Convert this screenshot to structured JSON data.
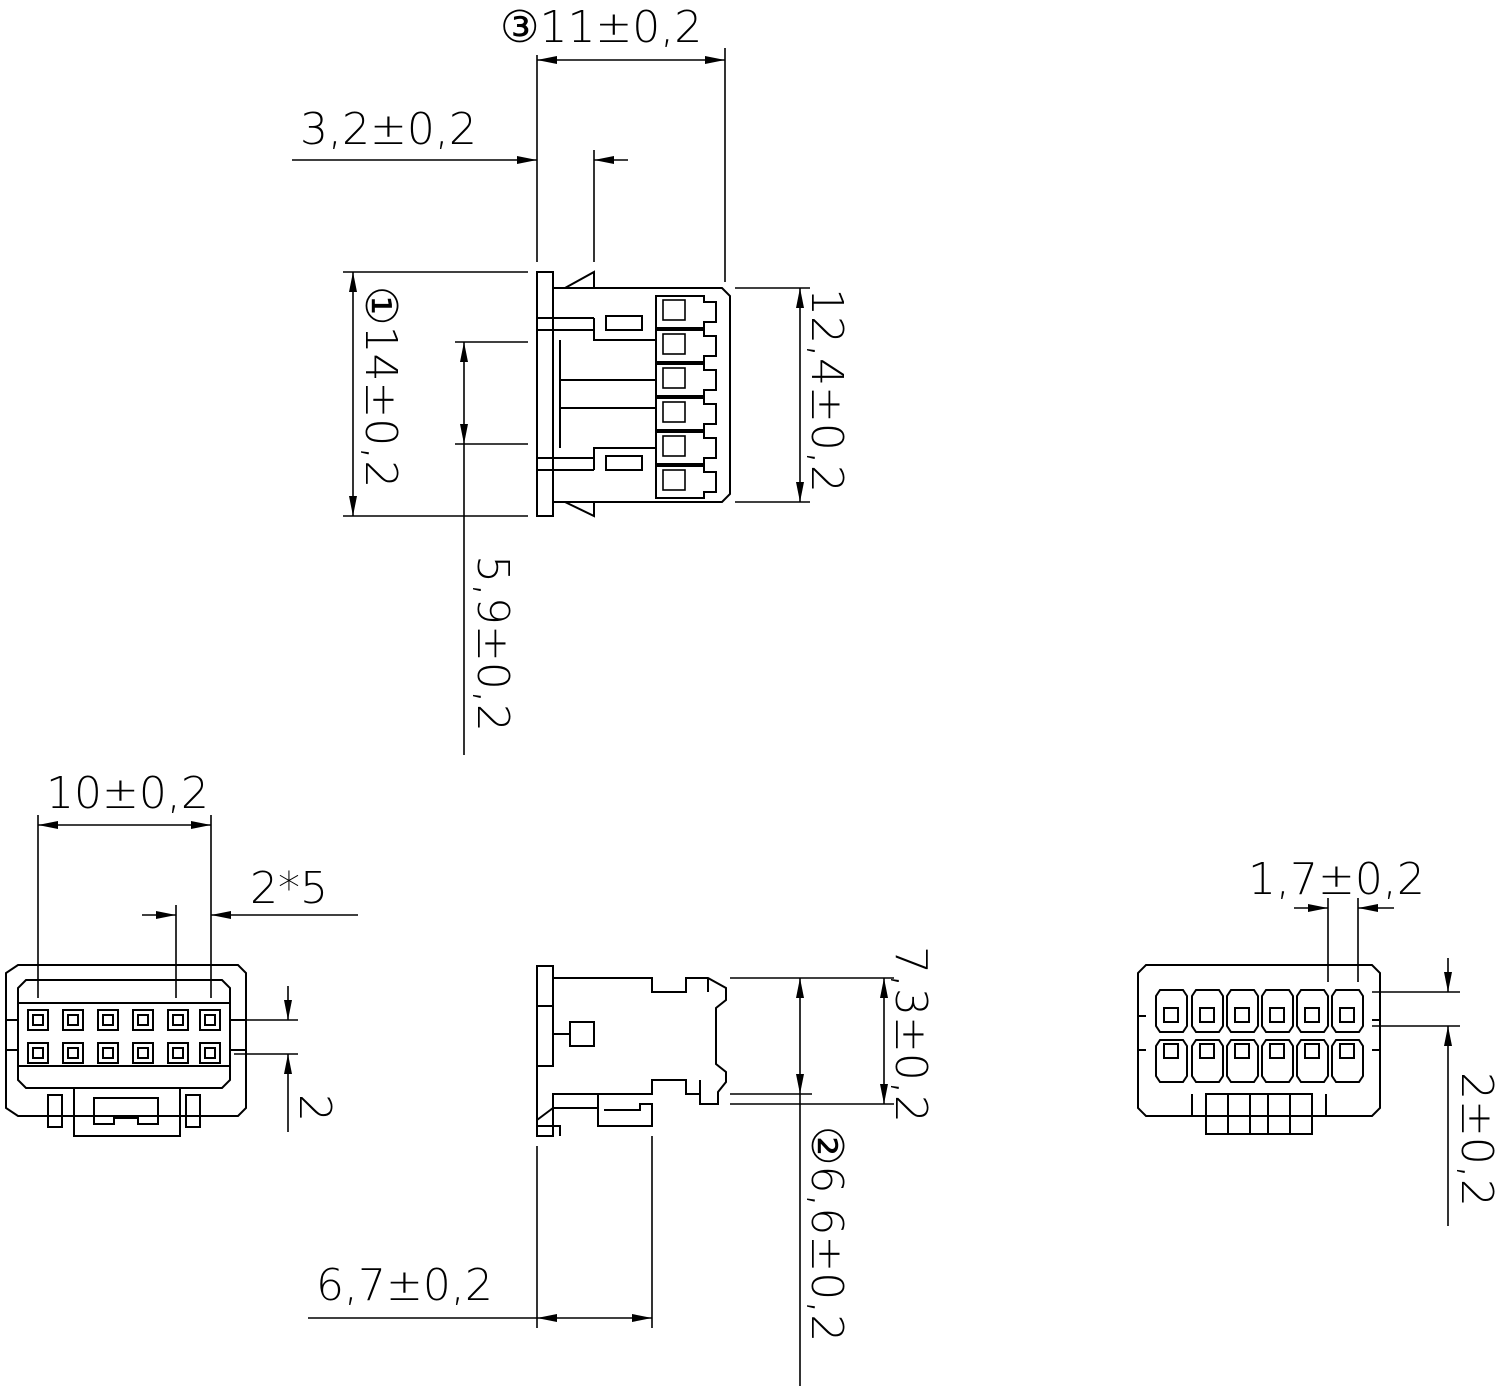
{
  "dimensions": {
    "top_width": "③11±0,2",
    "top_offset": "3,2±0,2",
    "top_height_outer": "①14±0,2",
    "top_height_body": "12,4±0,2",
    "top_inner": "5,9±0,2",
    "front_width": "10±0,2",
    "front_pitch": "2*5",
    "front_row_pitch": "2",
    "side_depth": "6,7±0,2",
    "side_height": "7,3±0,2",
    "side_inner": "②6,6±0,2",
    "rear_slot": "1,7±0,2",
    "rear_row": "2±0,2"
  }
}
